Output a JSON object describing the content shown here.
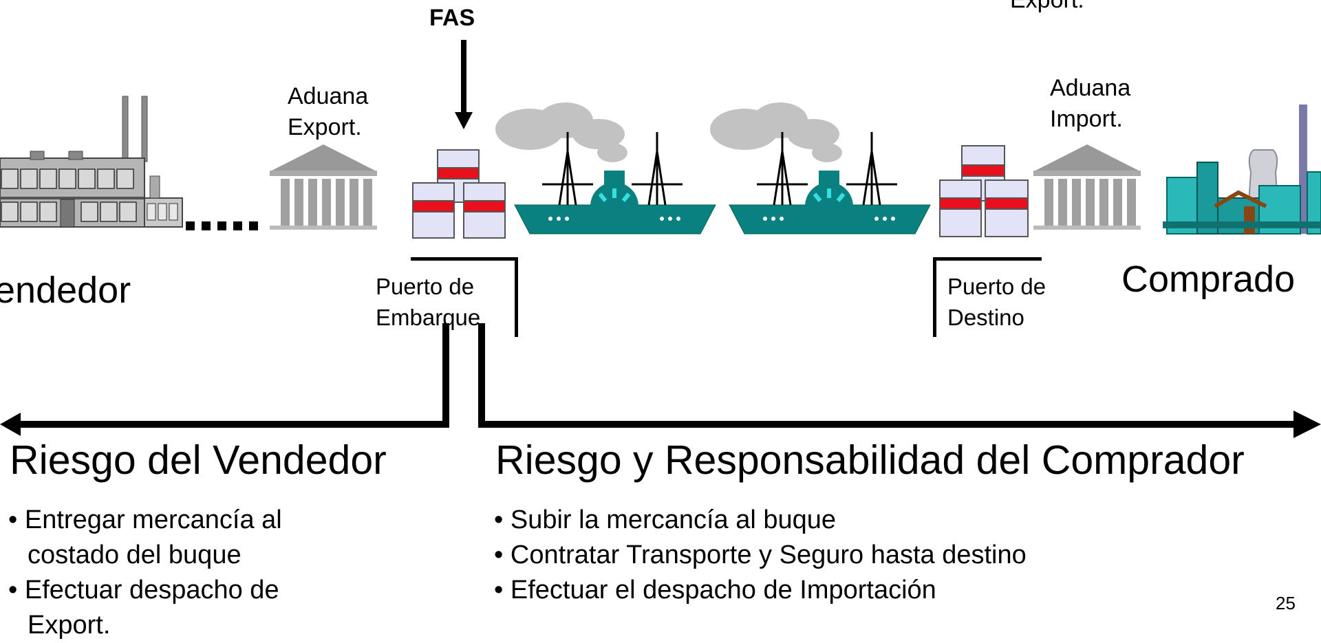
{
  "top_partial_text": "Export.",
  "fas_label": "FAS",
  "aduana_export": "Aduana\nExport.",
  "aduana_import": "Aduana\nImport.",
  "vendedor_label": "endedor",
  "comprador_label": "Comprado",
  "puerto_embarque": "Puerto de\nEmbarque",
  "puerto_destino": "Puerto de\nDestino",
  "seller": {
    "title": "Riesgo del Vendedor",
    "bullets": [
      "Entregar mercancía al costado del buque",
      "Efectuar despacho de Export."
    ]
  },
  "buyer": {
    "title": "Riesgo y Responsabilidad del Comprador",
    "bullets": [
      "Subir la mercancía al buque",
      "Contratar Transporte y Seguro hasta destino",
      "Efectuar el despacho de Importación"
    ]
  },
  "page_number_partial": "25",
  "colors": {
    "ship": "#0a8080",
    "cargo_band": "#e8101c",
    "cargo_body": "#e3e3f7",
    "building": "#9a9a9a",
    "smoke": "#c2c2c2",
    "plant": "#2bb8b8"
  }
}
